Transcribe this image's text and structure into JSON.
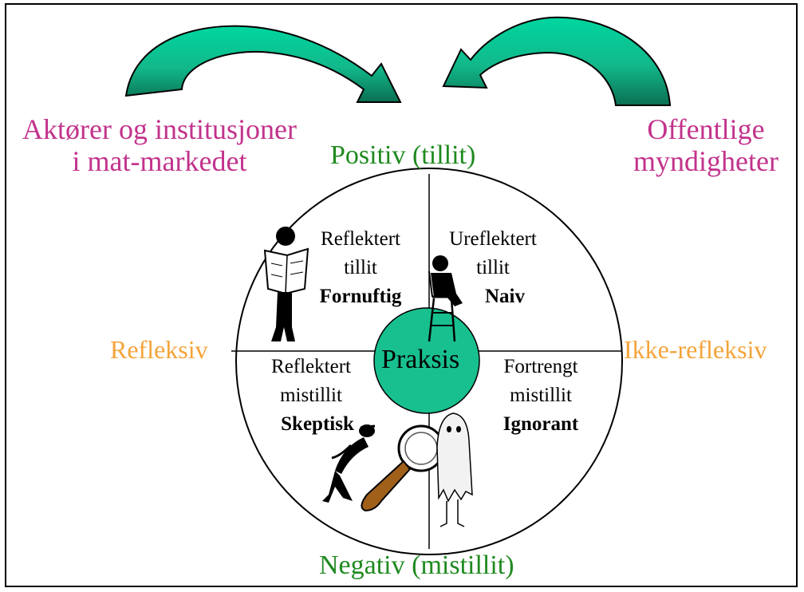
{
  "slide": {
    "actors_line1": "Aktører og institusjoner",
    "actors_line2": "i mat-markedet",
    "authorities_line1": "Offentlige",
    "authorities_line2": "myndigheter",
    "axis_top": "Positiv (tillit)",
    "axis_bottom": "Negativ (mistillit)",
    "axis_left": "Refleksiv",
    "axis_right": "Ikke-refleksiv",
    "center": "Praksis",
    "quadrants": {
      "top_left": {
        "line1": "Reflektert",
        "line2": "tillit",
        "type": "Fornuftig"
      },
      "top_right": {
        "line1": "Ureflektert",
        "line2": "tillit",
        "type": "Naiv"
      },
      "bottom_left": {
        "line1": "Reflektert",
        "line2": "mistillit",
        "type": "Skeptisk"
      },
      "bottom_right": {
        "line1": "Fortrengt",
        "line2": "mistillit",
        "type": "Ignorant"
      }
    },
    "colors": {
      "arrow": "#0fbf93",
      "circle_fill": "#18c08f",
      "label_magenta": "#c2338c",
      "label_green": "#1f8a1f",
      "label_orange": "#f4a43a"
    },
    "icons": [
      "newspaper-reader-icon",
      "child-on-highchair-icon",
      "magnifying-glass-inspector-icon",
      "ghost-icon"
    ]
  }
}
